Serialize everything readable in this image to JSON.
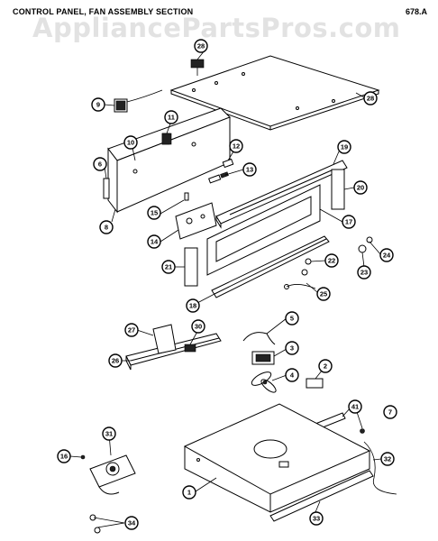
{
  "header": {
    "title": "CONTROL PANEL, FAN ASSEMBLY SECTION",
    "page_code": "678.A"
  },
  "watermark": "AppliancePartsPros.com",
  "callouts": [
    {
      "id": "c28a",
      "label": "28"
    },
    {
      "id": "c28b",
      "label": "28"
    },
    {
      "id": "c9",
      "label": "9"
    },
    {
      "id": "c11",
      "label": "11"
    },
    {
      "id": "c10",
      "label": "10"
    },
    {
      "id": "c12",
      "label": "12"
    },
    {
      "id": "c19",
      "label": "19"
    },
    {
      "id": "c6",
      "label": "6"
    },
    {
      "id": "c13",
      "label": "13"
    },
    {
      "id": "c20",
      "label": "20"
    },
    {
      "id": "c8",
      "label": "8"
    },
    {
      "id": "c15",
      "label": "15"
    },
    {
      "id": "c17",
      "label": "17"
    },
    {
      "id": "c14",
      "label": "14"
    },
    {
      "id": "c24",
      "label": "24"
    },
    {
      "id": "c21",
      "label": "21"
    },
    {
      "id": "c22",
      "label": "22"
    },
    {
      "id": "c23",
      "label": "23"
    },
    {
      "id": "c25",
      "label": "25"
    },
    {
      "id": "c18",
      "label": "18"
    },
    {
      "id": "c5",
      "label": "5"
    },
    {
      "id": "c27",
      "label": "27"
    },
    {
      "id": "c30",
      "label": "30"
    },
    {
      "id": "c3",
      "label": "3"
    },
    {
      "id": "c26",
      "label": "26"
    },
    {
      "id": "c2",
      "label": "2"
    },
    {
      "id": "c4",
      "label": "4"
    },
    {
      "id": "c41",
      "label": "41"
    },
    {
      "id": "c7",
      "label": "7"
    },
    {
      "id": "c31",
      "label": "31"
    },
    {
      "id": "c16",
      "label": "16"
    },
    {
      "id": "c32",
      "label": "32"
    },
    {
      "id": "c1",
      "label": "1"
    },
    {
      "id": "c33",
      "label": "33"
    },
    {
      "id": "c34",
      "label": "34"
    }
  ]
}
